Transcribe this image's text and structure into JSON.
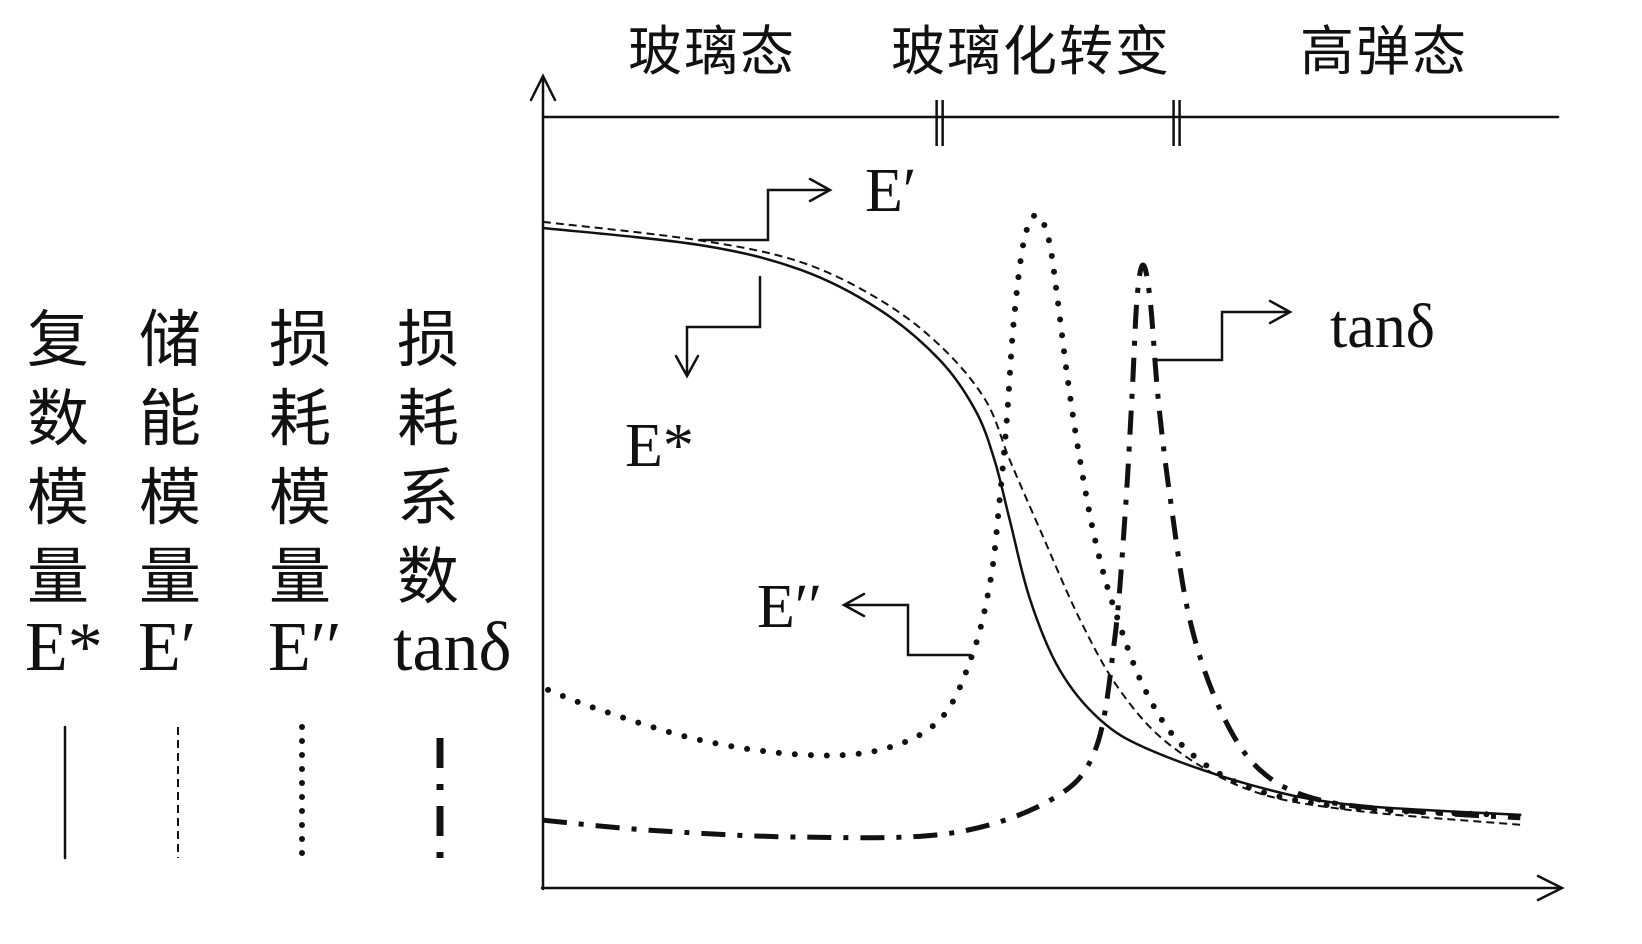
{
  "chart_data": {
    "type": "line",
    "xlim": [
      0,
      100
    ],
    "ylim": [
      0,
      100
    ],
    "grid": false,
    "legend_placement": "left",
    "regions": [
      {
        "label": "玻璃态",
        "from": 0,
        "to": 39.0
      },
      {
        "label": "玻璃化转变",
        "from": 39.0,
        "to": 62.3
      },
      {
        "label": "高弹态",
        "from": 62.3,
        "to": 100
      }
    ],
    "series": [
      {
        "name": "E*",
        "label": "复数模量",
        "line_style": "solid",
        "x": [
          0,
          15.4,
          25.3,
          33.1,
          39.0,
          42.5,
          44.4,
          45.9,
          47.9,
          50.8,
          54.8,
          59.7,
          69.5,
          79.4,
          96.1
        ],
        "y": [
          85.6,
          83.4,
          80.2,
          75.0,
          68.5,
          62.0,
          55.5,
          47.7,
          37.4,
          28.3,
          21.8,
          17.9,
          13.4,
          10.8,
          9.5
        ]
      },
      {
        "name": "E′",
        "label": "储能模量",
        "line_style": "dashed",
        "x": [
          0,
          15.4,
          25.3,
          33.1,
          39.0,
          43.5,
          45.9,
          48.9,
          52.8,
          56.7,
          61.7,
          69.5,
          79.4,
          96.1
        ],
        "y": [
          86.4,
          84.0,
          81.2,
          76.3,
          70.4,
          63.3,
          55.5,
          46.4,
          34.8,
          25.7,
          18.5,
          12.7,
          10.1,
          8.2
        ]
      },
      {
        "name": "E′′",
        "label": "损耗模量",
        "line_style": "dotted",
        "x": [
          0.5,
          5.6,
          15.4,
          25.3,
          33.1,
          39.0,
          42.2,
          44.0,
          44.9,
          45.6,
          46.3,
          47.3,
          48.5,
          49.7,
          50.6,
          51.6,
          52.8,
          54.3,
          56.2,
          59.2,
          63.1,
          69.5,
          79.4,
          94.1
        ],
        "y": [
          25.7,
          23.1,
          19.2,
          17.3,
          17.9,
          21.8,
          30.2,
          39.9,
          50.3,
          60.7,
          73.7,
          84.0,
          87.3,
          84.3,
          76.3,
          65.9,
          55.5,
          45.1,
          36.1,
          25.7,
          18.2,
          13.0,
          10.4,
          9.5
        ]
      },
      {
        "name": "tanδ",
        "label": "损耗系数",
        "line_style": "dash-dot",
        "x": [
          0,
          10.5,
          25.3,
          40.0,
          49.9,
          54.3,
          56.2,
          57.2,
          57.9,
          58.4,
          59.0,
          59.7,
          60.5,
          61.7,
          63.6,
          66.6,
          70.5,
          76.4,
          86.2,
          96.1
        ],
        "y": [
          8.8,
          7.5,
          6.6,
          7.1,
          11.4,
          17.9,
          32.2,
          47.7,
          63.3,
          76.3,
          80.8,
          76.3,
          63.3,
          50.3,
          34.8,
          23.1,
          15.3,
          11.4,
          9.9,
          9.1
        ]
      }
    ]
  }
}
